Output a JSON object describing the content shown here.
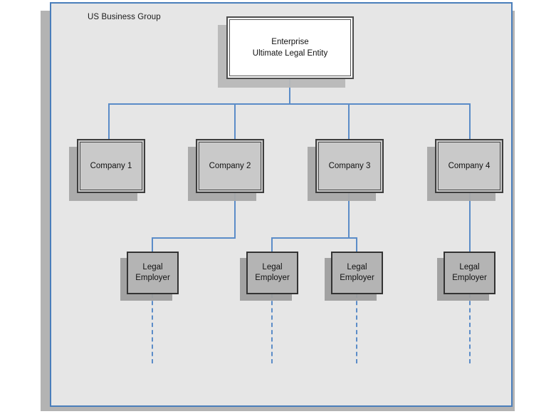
{
  "diagram": {
    "title": "US Business Group",
    "frame": {
      "border_color": "#4a7ebb",
      "fill_color": "#e6e6e6",
      "shadow_color": "#b3b3b3"
    },
    "connector_color": "#5b8cc8",
    "nodes": {
      "enterprise": {
        "label": "Enterprise\nUltimate Legal Entity",
        "fill": "#ffffff",
        "border": "#4d4d4d"
      },
      "companies": [
        {
          "label": "Company 1",
          "fill": "#c9c9c9",
          "border": "#3d3d3d"
        },
        {
          "label": "Company 2",
          "fill": "#c9c9c9",
          "border": "#3d3d3d"
        },
        {
          "label": "Company 3",
          "fill": "#c9c9c9",
          "border": "#3d3d3d"
        },
        {
          "label": "Company 4",
          "fill": "#c9c9c9",
          "border": "#3d3d3d"
        }
      ],
      "legal_employers": [
        {
          "label": "Legal\nEmployer",
          "fill": "#b4b4b4",
          "border": "#333333"
        },
        {
          "label": "Legal\nEmployer",
          "fill": "#b4b4b4",
          "border": "#333333"
        },
        {
          "label": "Legal\nEmployer",
          "fill": "#b4b4b4",
          "border": "#333333"
        },
        {
          "label": "Legal\nEmployer",
          "fill": "#b4b4b4",
          "border": "#333333"
        }
      ]
    }
  }
}
